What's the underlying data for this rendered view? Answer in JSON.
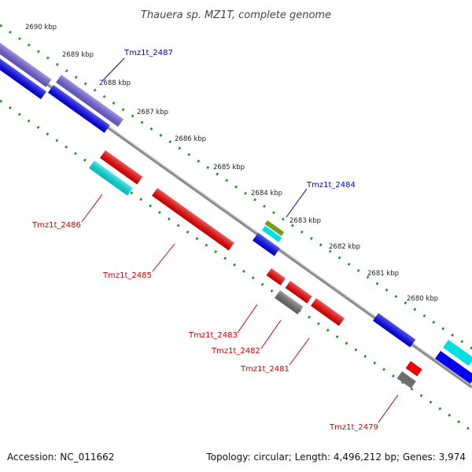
{
  "title": "Thauera sp. MZ1T, complete genome",
  "footer": {
    "accession": "Accession: NC_011662",
    "summary": "Topology: circular; Length: 4,496,212 bp; Genes: 3,974"
  },
  "colors": {
    "forward_tick": "#1e8c1e",
    "backbone": "#8a8a8a",
    "forward_label": "#0000cc",
    "reverse_label": "#cc0000",
    "blue_gene": "#0000ee",
    "purple_gene": "#7060d8",
    "red_gene": "#ee0000",
    "cyan_gene": "#00e0e0",
    "gray_gene": "#6e6e6e",
    "olive_gene": "#7a9a20"
  },
  "axis": {
    "ticks": [
      {
        "kbp": 2690,
        "label": "2690 kbp"
      },
      {
        "kbp": 2689,
        "label": "2689 kbp"
      },
      {
        "kbp": 2688,
        "label": "2688 kbp"
      },
      {
        "kbp": 2687,
        "label": "2687 kbp"
      },
      {
        "kbp": 2686,
        "label": "2686 kbp"
      },
      {
        "kbp": 2685,
        "label": "2685 kbp"
      },
      {
        "kbp": 2684,
        "label": "2684 kbp"
      },
      {
        "kbp": 2683,
        "label": "2683 kbp"
      },
      {
        "kbp": 2682,
        "label": "2682 kbp"
      },
      {
        "kbp": 2681,
        "label": "2681 kbp"
      },
      {
        "kbp": 2680,
        "label": "2680 kbp"
      }
    ]
  },
  "gene_labels": [
    {
      "id": "g2487",
      "text": "Tmz1t_2487",
      "strand": "forward"
    },
    {
      "id": "g2484",
      "text": "Tmz1t_2484",
      "strand": "forward"
    },
    {
      "id": "g2486",
      "text": "Tmz1t_2486",
      "strand": "reverse"
    },
    {
      "id": "g2485",
      "text": "Tmz1t_2485",
      "strand": "reverse"
    },
    {
      "id": "g2483",
      "text": "Tmz1t_2483",
      "strand": "reverse"
    },
    {
      "id": "g2482",
      "text": "Tmz1t_2482",
      "strand": "reverse"
    },
    {
      "id": "g2481",
      "text": "Tmz1t_2481",
      "strand": "reverse"
    },
    {
      "id": "g2479",
      "text": "Tmz1t_2479",
      "strand": "reverse"
    }
  ]
}
